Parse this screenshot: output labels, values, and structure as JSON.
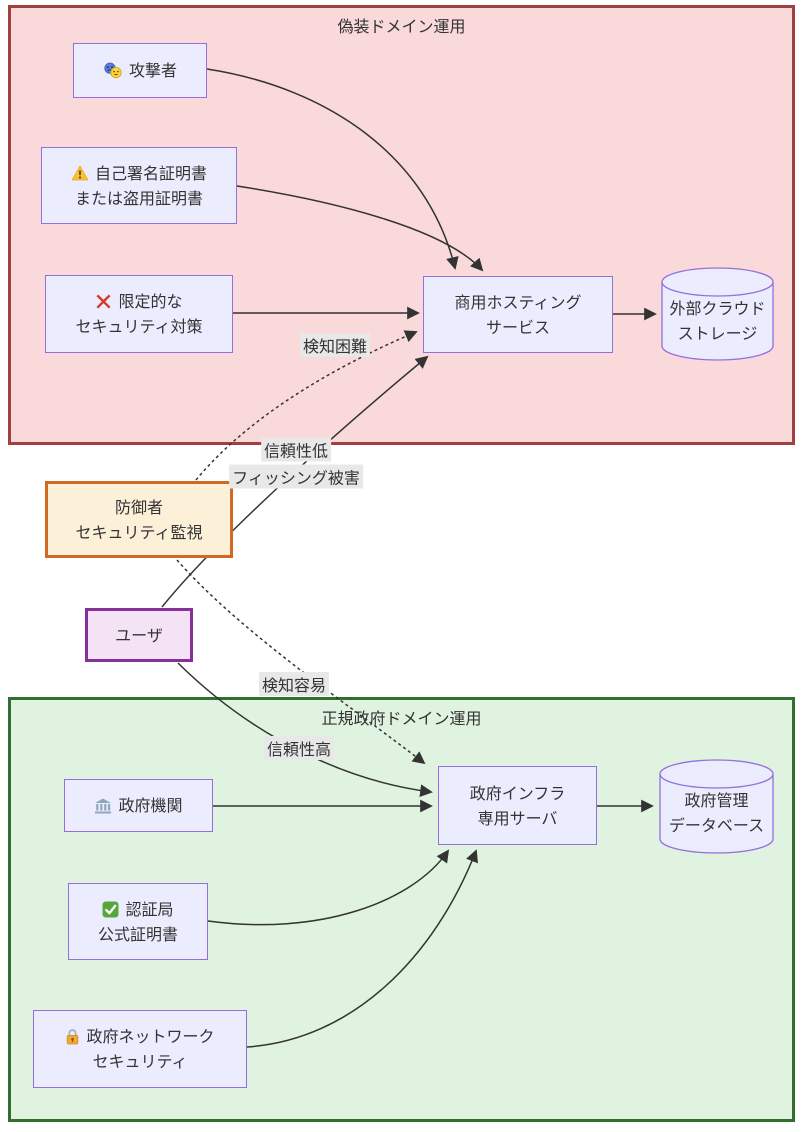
{
  "diagram_type": "flowchart",
  "subgraphs": {
    "fake": {
      "title": "偽装ドメイン運用"
    },
    "legit": {
      "title": "正規政府ドメイン運用"
    }
  },
  "nodes": {
    "attacker": {
      "icon": "masks-icon",
      "lines": [
        "攻撃者"
      ]
    },
    "self_signed_cert": {
      "icon": "warning-icon",
      "lines": [
        "自己署名証明書",
        "または盗用証明書"
      ]
    },
    "limited_security": {
      "icon": "cross-icon",
      "lines": [
        "限定的な",
        "セキュリティ対策"
      ]
    },
    "commercial_hosting": {
      "lines": [
        "商用ホスティング",
        "サービス"
      ]
    },
    "external_cloud": {
      "lines": [
        "外部クラウド",
        "ストレージ"
      ]
    },
    "defender": {
      "lines": [
        "防御者",
        "セキュリティ監視"
      ]
    },
    "user": {
      "lines": [
        "ユーザ"
      ]
    },
    "gov_agency": {
      "icon": "bank-icon",
      "lines": [
        "政府機関"
      ]
    },
    "cert_authority": {
      "icon": "check-icon",
      "lines": [
        "認証局",
        "公式証明書"
      ]
    },
    "gov_network": {
      "icon": "lock-icon",
      "lines": [
        "政府ネットワーク",
        "セキュリティ"
      ]
    },
    "gov_infra": {
      "lines": [
        "政府インフラ",
        "専用サーバ"
      ]
    },
    "gov_database": {
      "lines": [
        "政府管理",
        "データベース"
      ]
    }
  },
  "edge_labels": {
    "hard_to_detect": "検知困難",
    "low_trust_1": "信頼性低",
    "low_trust_2": "フィッシング被害",
    "easy_to_detect": "検知容易",
    "high_trust": "信頼性高"
  },
  "edges": [
    {
      "from": "attacker",
      "to": "commercial_hosting",
      "style": "solid"
    },
    {
      "from": "self_signed_cert",
      "to": "commercial_hosting",
      "style": "solid"
    },
    {
      "from": "limited_security",
      "to": "commercial_hosting",
      "style": "solid"
    },
    {
      "from": "commercial_hosting",
      "to": "external_cloud",
      "style": "solid"
    },
    {
      "from": "user",
      "to": "commercial_hosting",
      "style": "solid",
      "label": "信頼性低 フィッシング被害"
    },
    {
      "from": "defender",
      "to": "commercial_hosting",
      "style": "dotted",
      "label": "検知困難"
    },
    {
      "from": "defender",
      "to": "gov_infra",
      "style": "dotted",
      "label": "検知容易"
    },
    {
      "from": "user",
      "to": "gov_infra",
      "style": "solid",
      "label": "信頼性高"
    },
    {
      "from": "gov_agency",
      "to": "gov_infra",
      "style": "solid"
    },
    {
      "from": "cert_authority",
      "to": "gov_infra",
      "style": "solid"
    },
    {
      "from": "gov_network",
      "to": "gov_infra",
      "style": "solid"
    },
    {
      "from": "gov_infra",
      "to": "gov_database",
      "style": "solid"
    }
  ],
  "colors": {
    "fake_zone_fill": "#f9d9d9",
    "fake_zone_border": "#a04040",
    "legit_zone_fill": "#e0f2e0",
    "legit_zone_border": "#2f6f2f",
    "node_fill": "#ECECFF",
    "node_border": "#9370DB",
    "defender_fill": "#fdf0d9",
    "defender_border": "#d2691e",
    "user_fill": "#f4e3f5",
    "user_border": "#86309a",
    "edge_stroke": "#333333",
    "edge_label_bg": "#e8e8e8"
  }
}
